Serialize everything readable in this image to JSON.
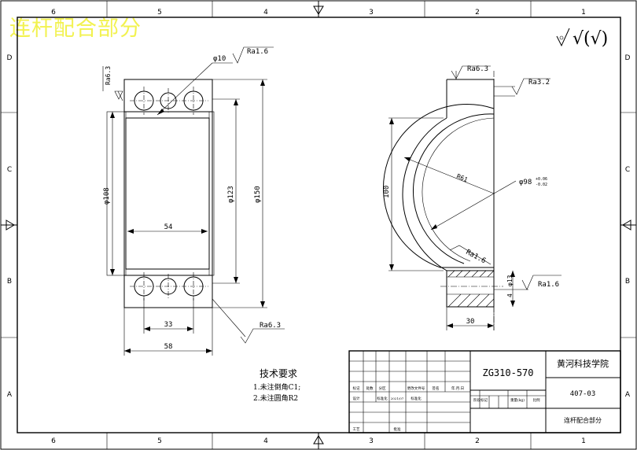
{
  "watermark": "连杆配合部分",
  "border": {
    "cols_top": [
      "6",
      "5",
      "4",
      "3",
      "2",
      "1"
    ],
    "cols_bottom": [
      "6",
      "5",
      "4",
      "3",
      "2",
      "1"
    ],
    "rows_left": [
      "D",
      "C",
      "B",
      "A"
    ],
    "rows_right": [
      "D",
      "C",
      "B",
      "A"
    ]
  },
  "roughness_general": "√(√)",
  "left_view": {
    "phi10": "φ10",
    "ra16_top": "Ra1.6",
    "ra63_left": "Ra6.3",
    "phi108": "φ108",
    "phi123": "φ123",
    "phi150": "φ150",
    "dim54": "54",
    "dim33": "33",
    "dim58": "58",
    "ra63_bottom": "Ra6.3"
  },
  "right_view": {
    "ra63_top": "Ra6.3",
    "ra32": "Ra3.2",
    "r61": "R61",
    "phi98": "φ98",
    "phi98_tol_up": "+0.06",
    "phi98_tol_low": "-0.02",
    "dim100": "100",
    "ra16_arc": "Ra1.6",
    "phi13": "φ13",
    "dim4": "4",
    "ra16_right": "Ra1.6",
    "dim30": "30"
  },
  "tech": {
    "title": "技术要求",
    "note1": "1.未注倒角C1;",
    "note2": "2.未注圆角R2"
  },
  "title_block": {
    "drawing_no": "ZG310-570",
    "school": "黄河科技学院",
    "code": "407-03",
    "part_name": "连杆配合部分",
    "h1": "标记",
    "h2": "处数",
    "h3": "分区",
    "h4": "更改文件号",
    "h5": "签名",
    "h6": "年.月.日",
    "r1a": "设计",
    "r1b": "标准化",
    "r1c": "2021/07",
    "r1d": "标准化",
    "stage": "阶段标记",
    "weight": "重量(kg)",
    "scale": "比例",
    "craft": "工艺",
    "approve": "批准"
  }
}
